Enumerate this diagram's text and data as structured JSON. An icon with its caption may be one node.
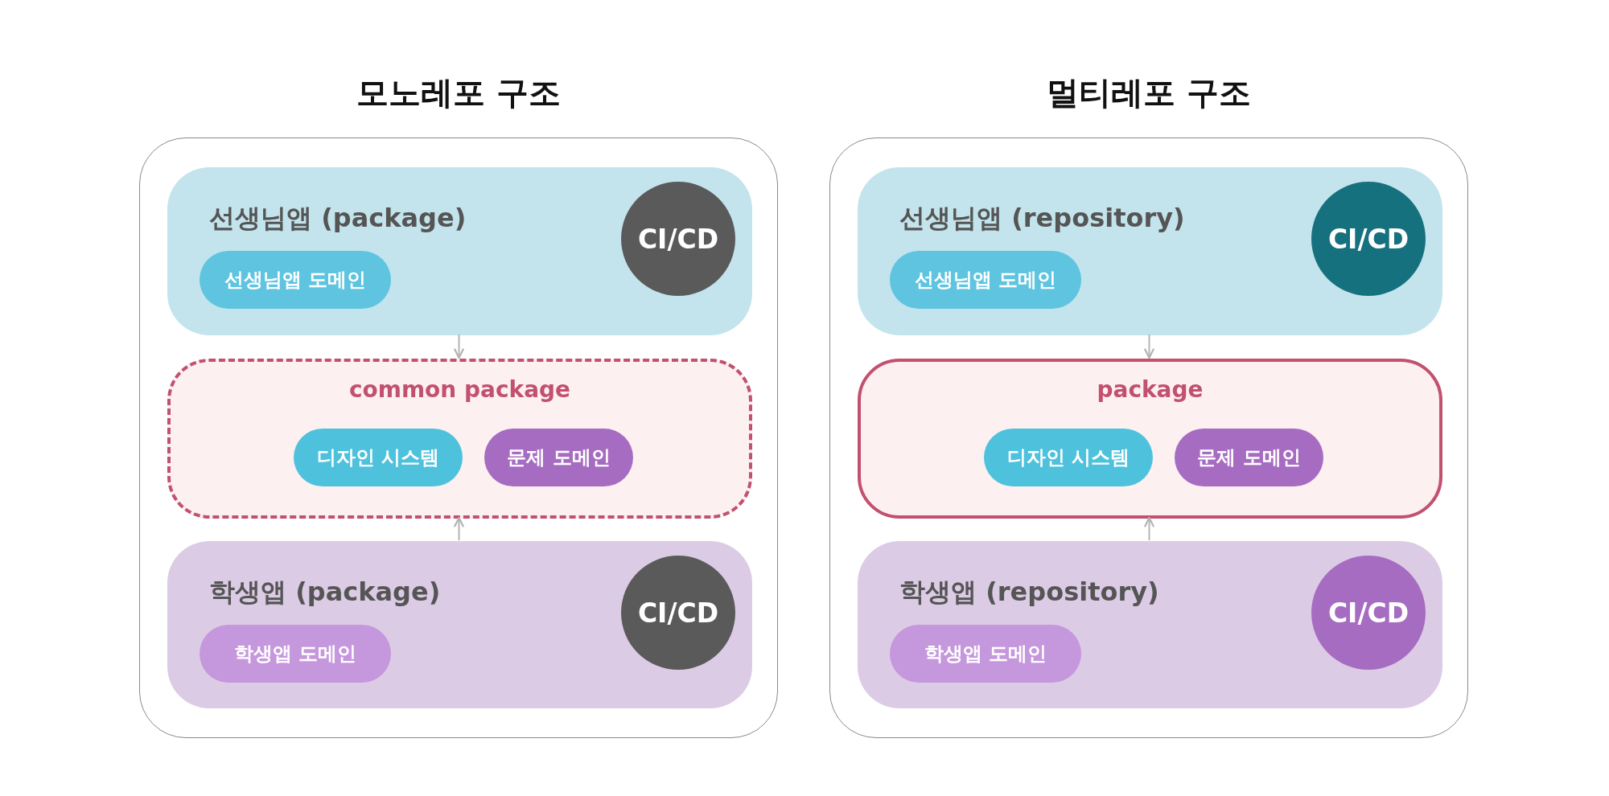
{
  "diagram": {
    "nodes": [
      {
        "text": [
          "모노레포 구조"
        ]
      },
      {
        "text": [
          "선생님앱 (package)"
        ],
        "in": 0
      },
      {
        "text": [
          "CI/CD"
        ],
        "in": 1
      },
      {
        "text": [
          "선생님앱 도메인"
        ],
        "in": 1
      },
      {
        "text": [
          "common package"
        ],
        "in": 0
      },
      {
        "text": [
          "디자인 시스템"
        ],
        "in": 4
      },
      {
        "text": [
          "문제 도메인"
        ],
        "in": 4
      },
      {
        "text": [
          "학생앱 (package)"
        ],
        "in": 0
      },
      {
        "text": [
          "CI/CD"
        ],
        "in": 7
      },
      {
        "text": [
          "학생앱 도메인"
        ],
        "in": 7
      },
      {
        "text": [
          "멀티레포 구조"
        ]
      },
      {
        "text": [
          "선생님앱 (repository)"
        ],
        "in": 10
      },
      {
        "text": [
          "CI/CD"
        ],
        "in": 11
      },
      {
        "text": [
          "선생님앱 도메인"
        ],
        "in": 11
      },
      {
        "text": [
          "package"
        ],
        "in": 10
      },
      {
        "text": [
          "디자인 시스템"
        ],
        "in": 14
      },
      {
        "text": [
          "문제 도메인"
        ],
        "in": 14
      },
      {
        "text": [
          "학생앱 (repository)"
        ],
        "in": 10
      },
      {
        "text": [
          "CI/CD"
        ],
        "in": 17
      },
      {
        "text": [
          "학생앱 도메인"
        ],
        "in": 17
      }
    ],
    "edges": [
      {
        "from": 1,
        "to": 4,
        "arrow": "to"
      },
      {
        "from": 7,
        "to": 4,
        "arrow": "to"
      },
      {
        "from": 11,
        "to": 14,
        "arrow": "to"
      },
      {
        "from": 17,
        "to": 14,
        "arrow": "to"
      }
    ]
  }
}
